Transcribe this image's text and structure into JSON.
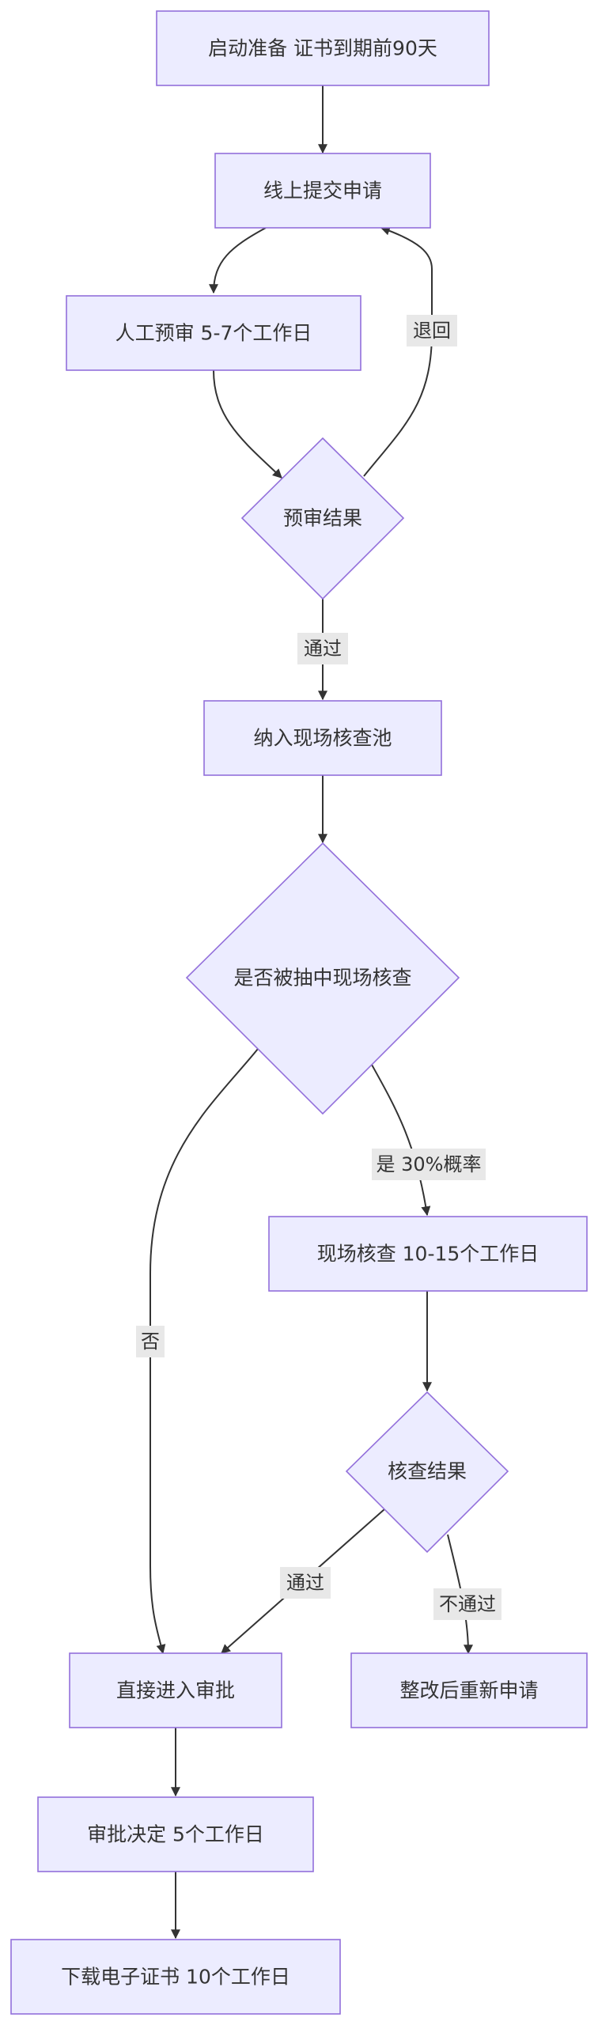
{
  "nodes": {
    "start": "启动准备 证书到期前90天",
    "submit": "线上提交申请",
    "prereview": "人工预审 5-7个工作日",
    "prereview_result": "预审结果",
    "pool": "纳入现场核查池",
    "sampled": "是否被抽中现场核查",
    "onsite": "现场核查 10-15个工作日",
    "onsite_result": "核查结果",
    "direct": "直接进入审批",
    "rectify": "整改后重新申请",
    "decision": "审批决定 5个工作日",
    "download": "下载电子证书 10个工作日"
  },
  "edge_labels": {
    "returned": "退回",
    "prereview_pass": "通过",
    "sampled_yes": "是 30%概率",
    "sampled_no": "否",
    "onsite_pass": "通过",
    "onsite_fail": "不通过"
  },
  "colors": {
    "node_fill": "#ECECFF",
    "node_stroke": "#9370DB",
    "edge": "#333333",
    "label_background": "#E8E8E8"
  }
}
